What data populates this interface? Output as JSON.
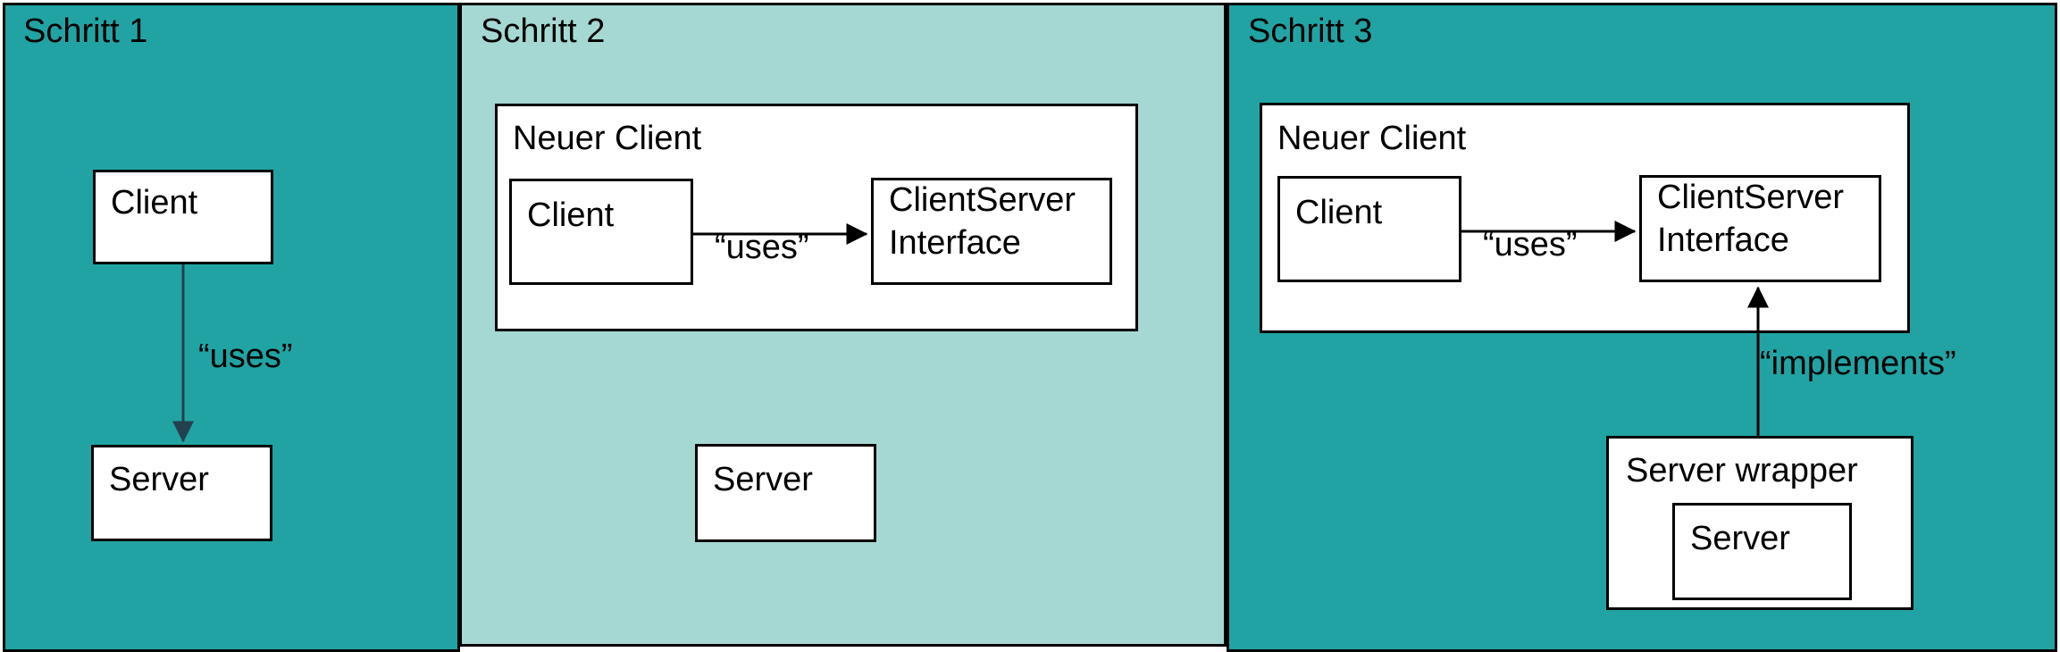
{
  "diagram": {
    "title_text_step1": "Schritt 1",
    "title_text_step2": "Schritt 2",
    "title_text_step3": "Schritt 3",
    "colors": {
      "panel_dark_teal": "#22a3a3",
      "panel_light_teal": "#a5d8d2",
      "box_fill": "#ffffff",
      "stroke": "#000000",
      "arrow_stroke": "#23404f",
      "text": "#000000"
    },
    "panels": [
      {
        "name": "schritt-1",
        "title": "Schritt 1",
        "background": "#22a3a3",
        "boxes": [
          {
            "name": "client-box",
            "label": "Client"
          },
          {
            "name": "server-box",
            "label": "Server"
          }
        ],
        "edges": [
          {
            "name": "client-uses-server",
            "label": "“uses”",
            "from": "Client",
            "to": "Server",
            "direction": "down"
          }
        ]
      },
      {
        "name": "schritt-2",
        "title": "Schritt 2",
        "background": "#a5d8d2",
        "boxes": [
          {
            "name": "neuer-client-container",
            "label": "Neuer Client"
          },
          {
            "name": "client-box",
            "label": "Client"
          },
          {
            "name": "clientserver-interface-box",
            "label_line1": "ClientServer",
            "label_line2": "Interface"
          },
          {
            "name": "server-box",
            "label": "Server"
          }
        ],
        "edges": [
          {
            "name": "client-uses-interface",
            "label": "“uses”",
            "from": "Client",
            "to": "ClientServer Interface",
            "direction": "right"
          }
        ]
      },
      {
        "name": "schritt-3",
        "title": "Schritt 3",
        "background": "#22a3a3",
        "boxes": [
          {
            "name": "neuer-client-container",
            "label": "Neuer Client"
          },
          {
            "name": "client-box",
            "label": "Client"
          },
          {
            "name": "clientserver-interface-box",
            "label_line1": "ClientServer",
            "label_line2": "Interface"
          },
          {
            "name": "server-wrapper-box",
            "label": "Server wrapper"
          },
          {
            "name": "server-box",
            "label": "Server"
          }
        ],
        "edges": [
          {
            "name": "client-uses-interface",
            "label": "“uses”",
            "from": "Client",
            "to": "ClientServer Interface",
            "direction": "right"
          },
          {
            "name": "wrapper-implements-interface",
            "label": "“implements”",
            "from": "Server wrapper",
            "to": "ClientServer Interface",
            "direction": "up"
          }
        ]
      }
    ]
  },
  "labels": {
    "client": "Client",
    "server": "Server",
    "neuer_client": "Neuer Client",
    "clientserver_line1": "ClientServer",
    "clientserver_line2": "Interface",
    "server_wrapper": "Server wrapper",
    "uses": "“uses”",
    "implements": "“implements”"
  }
}
